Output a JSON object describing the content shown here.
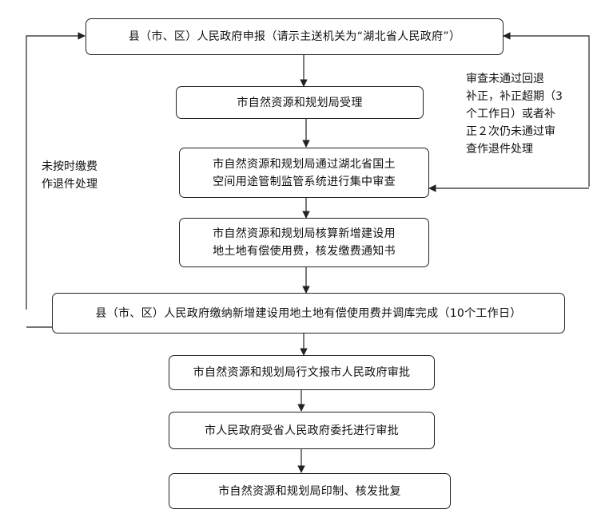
{
  "steps": {
    "county_submit": "县（市、区）人民政府申报（请示主送机关为“湖北省人民政府”）",
    "city_accept": "市自然资源和规划局受理",
    "city_review": "市自然资源和规划局通过湖北省国土\n空间用途管制监管系统进行集中审查",
    "city_calc": "市自然资源和规划局核算新增建设用\n地土地有偿使用费，核发缴费通知书",
    "county_pay": "县（市、区）人民政府缴纳新增建设用地土地有偿使用费并调库完成（10个工作日）",
    "city_report": "市自然资源和规划局行文报市人民政府审批",
    "city_gov_approve": "市人民政府受省人民政府委托进行审批",
    "city_issue": "市自然资源和规划局印制、核发批复"
  },
  "notes": {
    "review_return": "审查未通过回退\n补正，补正超期（3\n个工作日）或者补\n正２次仍未通过审\n查作退件处理",
    "unpaid_return": "未按时缴费\n作退件处理"
  }
}
